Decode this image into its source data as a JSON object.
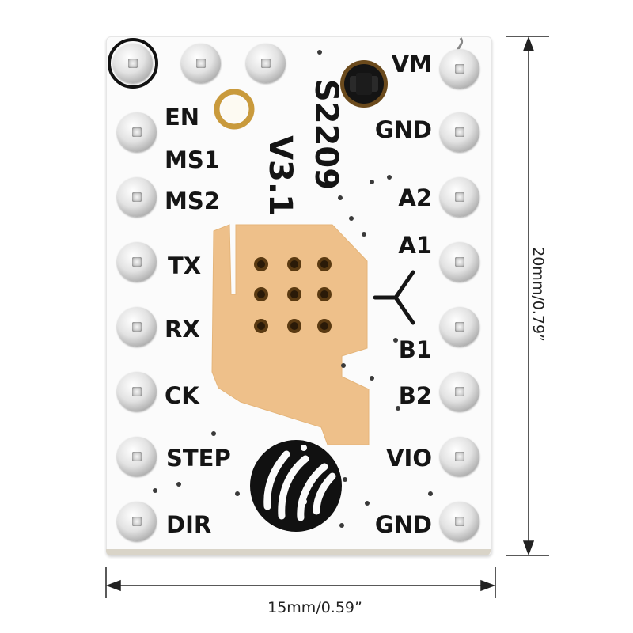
{
  "board": {
    "model": "S2209",
    "version": "V3.1",
    "left_pins": [
      "EN",
      "MS1",
      "MS2",
      "TX",
      "RX",
      "CK",
      "STEP",
      "DIR"
    ],
    "right_pins": [
      "VM",
      "GND",
      "A2",
      "A1",
      "B1",
      "B2",
      "VIO",
      "GND"
    ],
    "colors": {
      "board": "#fbfbfb",
      "pad_copper": "#eec08a",
      "ink": "#151515",
      "via_ring": "#c99a3c"
    }
  },
  "dimensions": {
    "width_label": "15mm/0.59”",
    "height_label": "20mm/0.79”"
  }
}
